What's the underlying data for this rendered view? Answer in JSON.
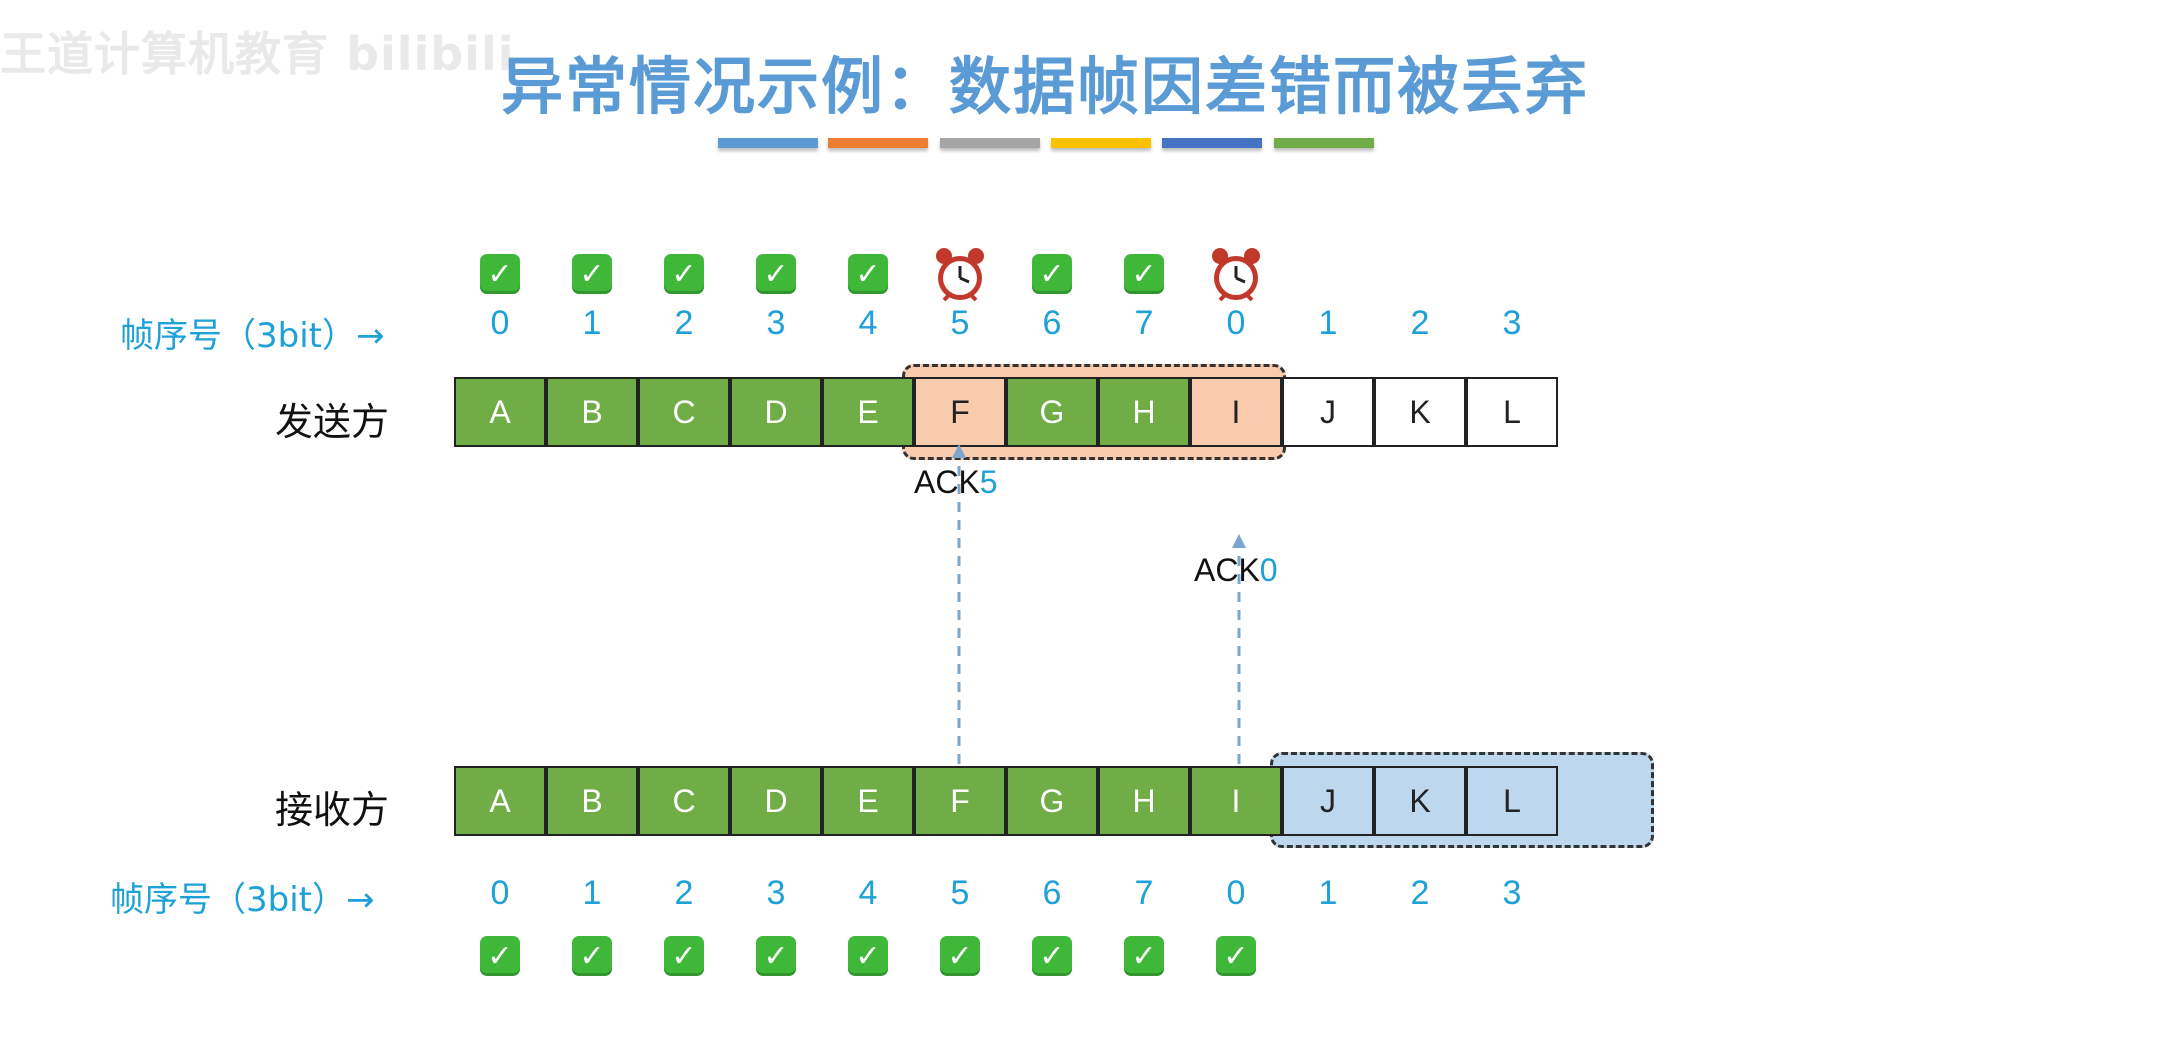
{
  "title": "异常情况示例：数据帧因差错而被丢弃",
  "watermark": "王道计算机教育 bilibili",
  "color_bars": [
    "#5b9bd5",
    "#ed7d31",
    "#a5a5a5",
    "#ffc000",
    "#4472c4",
    "#70ad47"
  ],
  "sender": {
    "label": "发送方",
    "seq_label": "帧序号（3bit）→",
    "frames": [
      {
        "id": "A",
        "seq": "0",
        "status": "acked",
        "mark": "check"
      },
      {
        "id": "B",
        "seq": "1",
        "status": "acked",
        "mark": "check"
      },
      {
        "id": "C",
        "seq": "2",
        "status": "acked",
        "mark": "check"
      },
      {
        "id": "D",
        "seq": "3",
        "status": "acked",
        "mark": "check"
      },
      {
        "id": "E",
        "seq": "4",
        "status": "acked",
        "mark": "check"
      },
      {
        "id": "F",
        "seq": "5",
        "status": "timeout",
        "mark": "alarm-clock"
      },
      {
        "id": "G",
        "seq": "6",
        "status": "acked",
        "mark": "check"
      },
      {
        "id": "H",
        "seq": "7",
        "status": "acked",
        "mark": "check"
      },
      {
        "id": "I",
        "seq": "0",
        "status": "timeout",
        "mark": "alarm-clock"
      },
      {
        "id": "J",
        "seq": "1",
        "status": "unsent",
        "mark": ""
      },
      {
        "id": "K",
        "seq": "2",
        "status": "unsent",
        "mark": ""
      },
      {
        "id": "L",
        "seq": "3",
        "status": "unsent",
        "mark": ""
      }
    ]
  },
  "receiver": {
    "label": "接收方",
    "seq_label": "帧序号（3bit）→",
    "frames": [
      {
        "id": "A",
        "seq": "0",
        "status": "received",
        "mark": "check"
      },
      {
        "id": "B",
        "seq": "1",
        "status": "received",
        "mark": "check"
      },
      {
        "id": "C",
        "seq": "2",
        "status": "received",
        "mark": "check"
      },
      {
        "id": "D",
        "seq": "3",
        "status": "received",
        "mark": "check"
      },
      {
        "id": "E",
        "seq": "4",
        "status": "received",
        "mark": "check"
      },
      {
        "id": "F",
        "seq": "5",
        "status": "received",
        "mark": "check"
      },
      {
        "id": "G",
        "seq": "6",
        "status": "received",
        "mark": "check"
      },
      {
        "id": "H",
        "seq": "7",
        "status": "received",
        "mark": "check"
      },
      {
        "id": "I",
        "seq": "0",
        "status": "received",
        "mark": "check"
      },
      {
        "id": "J",
        "seq": "1",
        "status": "window",
        "mark": ""
      },
      {
        "id": "K",
        "seq": "2",
        "status": "window",
        "mark": ""
      },
      {
        "id": "L",
        "seq": "3",
        "status": "window",
        "mark": ""
      }
    ]
  },
  "acks": [
    {
      "prefix": "ACK",
      "num": "5"
    },
    {
      "prefix": "ACK",
      "num": "0"
    }
  ],
  "colors": {
    "acked": "#70ad47",
    "timeout": "#f8cbad",
    "unsent": "#ffffff",
    "window": "#bdd7ee",
    "seq": "#1ea0d8",
    "title": "#5b9bd5"
  }
}
